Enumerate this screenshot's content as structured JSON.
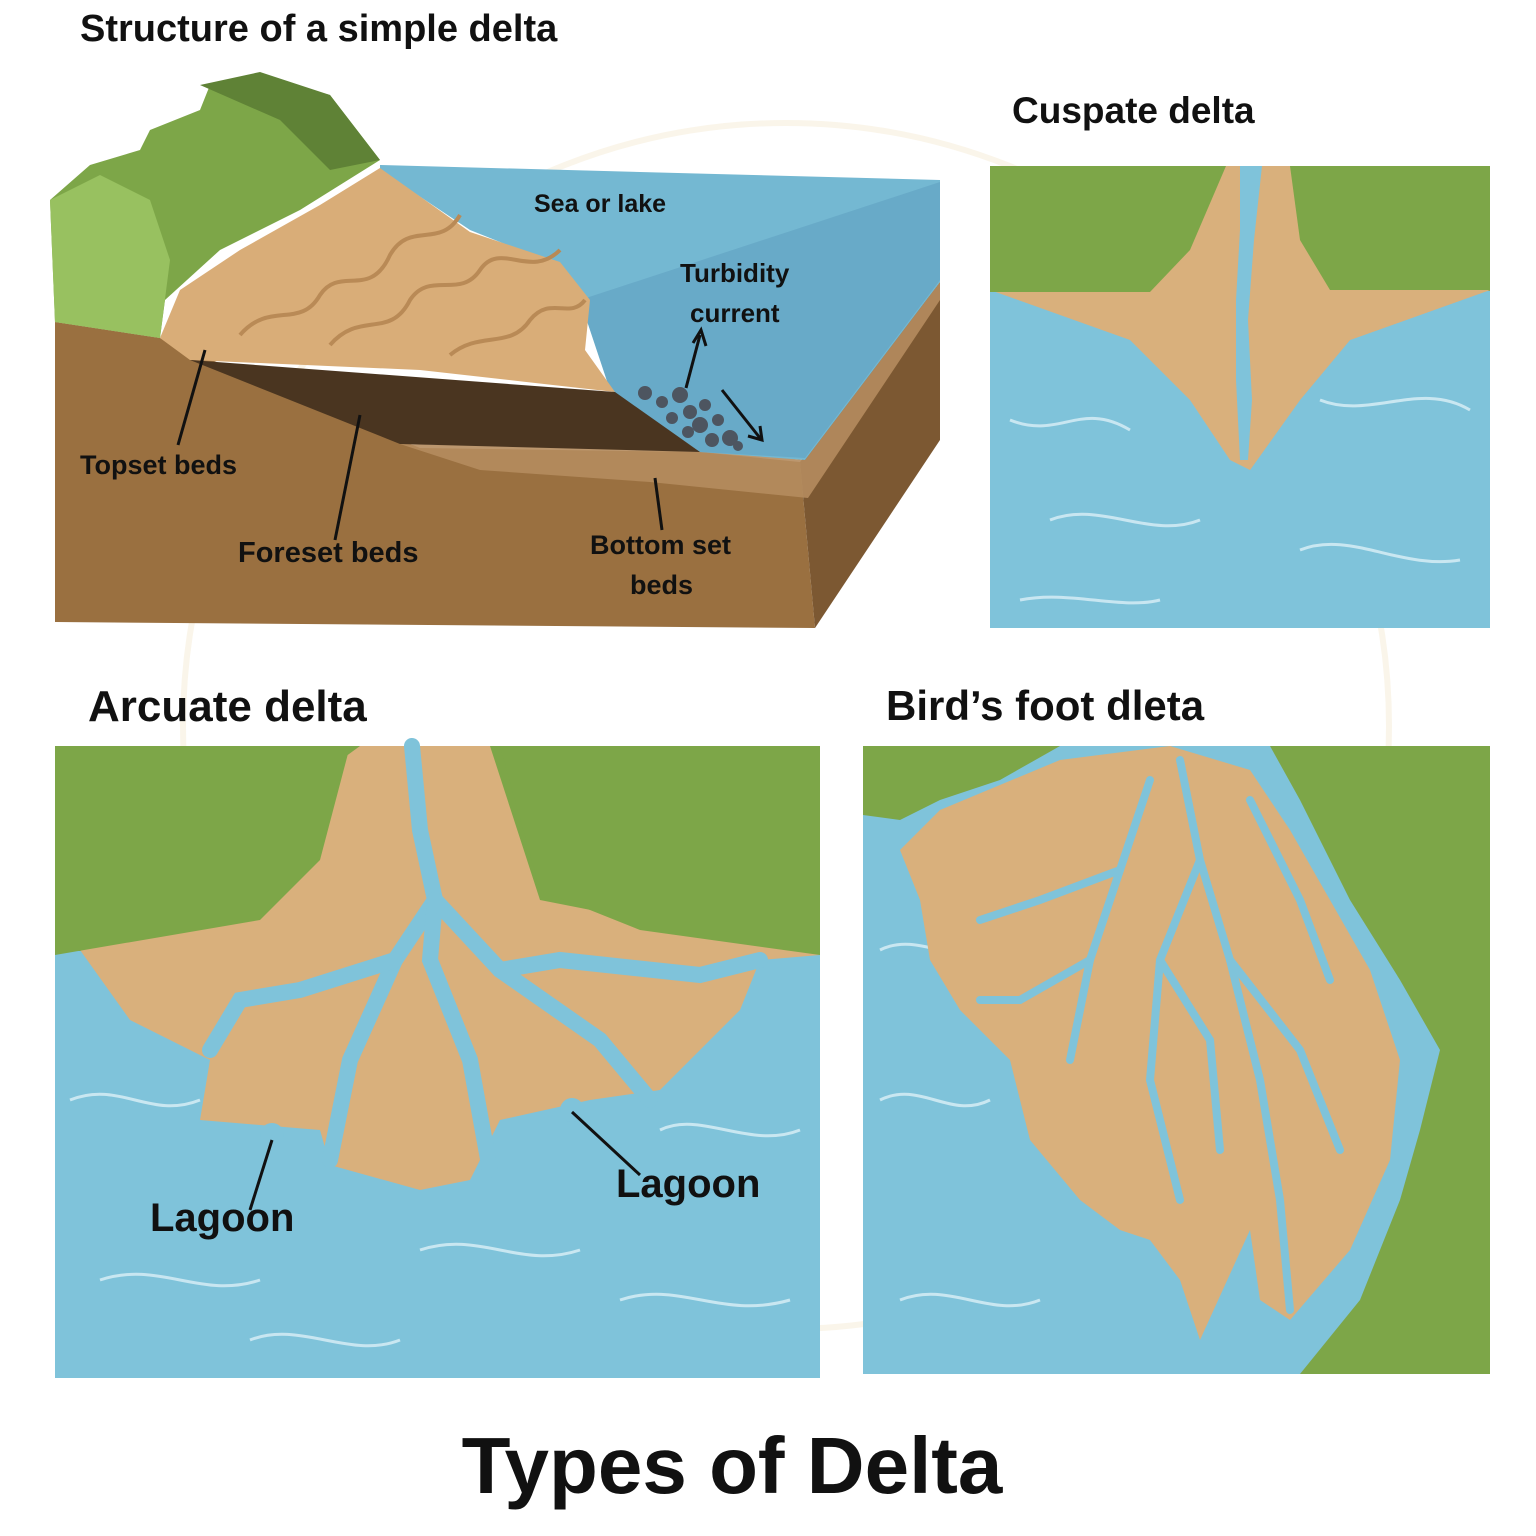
{
  "titles": {
    "simple": "Structure of a simple delta",
    "cuspate": "Cuspate delta",
    "arcuate": "Arcuate delta",
    "birdsfoot": "Bird’s foot dleta",
    "main": "Types of Delta"
  },
  "labels": {
    "sea": "Sea or lake",
    "turbidity_1": "Turbidity",
    "turbidity_2": "current",
    "topset": "Topset beds",
    "foreset": "Foreset beds",
    "bottomset_1": "Bottom set",
    "bottomset_2": "beds",
    "lagoon_left": "Lagoon",
    "lagoon_right": "Lagoon"
  },
  "colors": {
    "water": "#7fc3da",
    "sand": "#d9b07c",
    "grass": "#7da648",
    "soil": "#9a7040",
    "dark_bed": "#4a3520"
  }
}
